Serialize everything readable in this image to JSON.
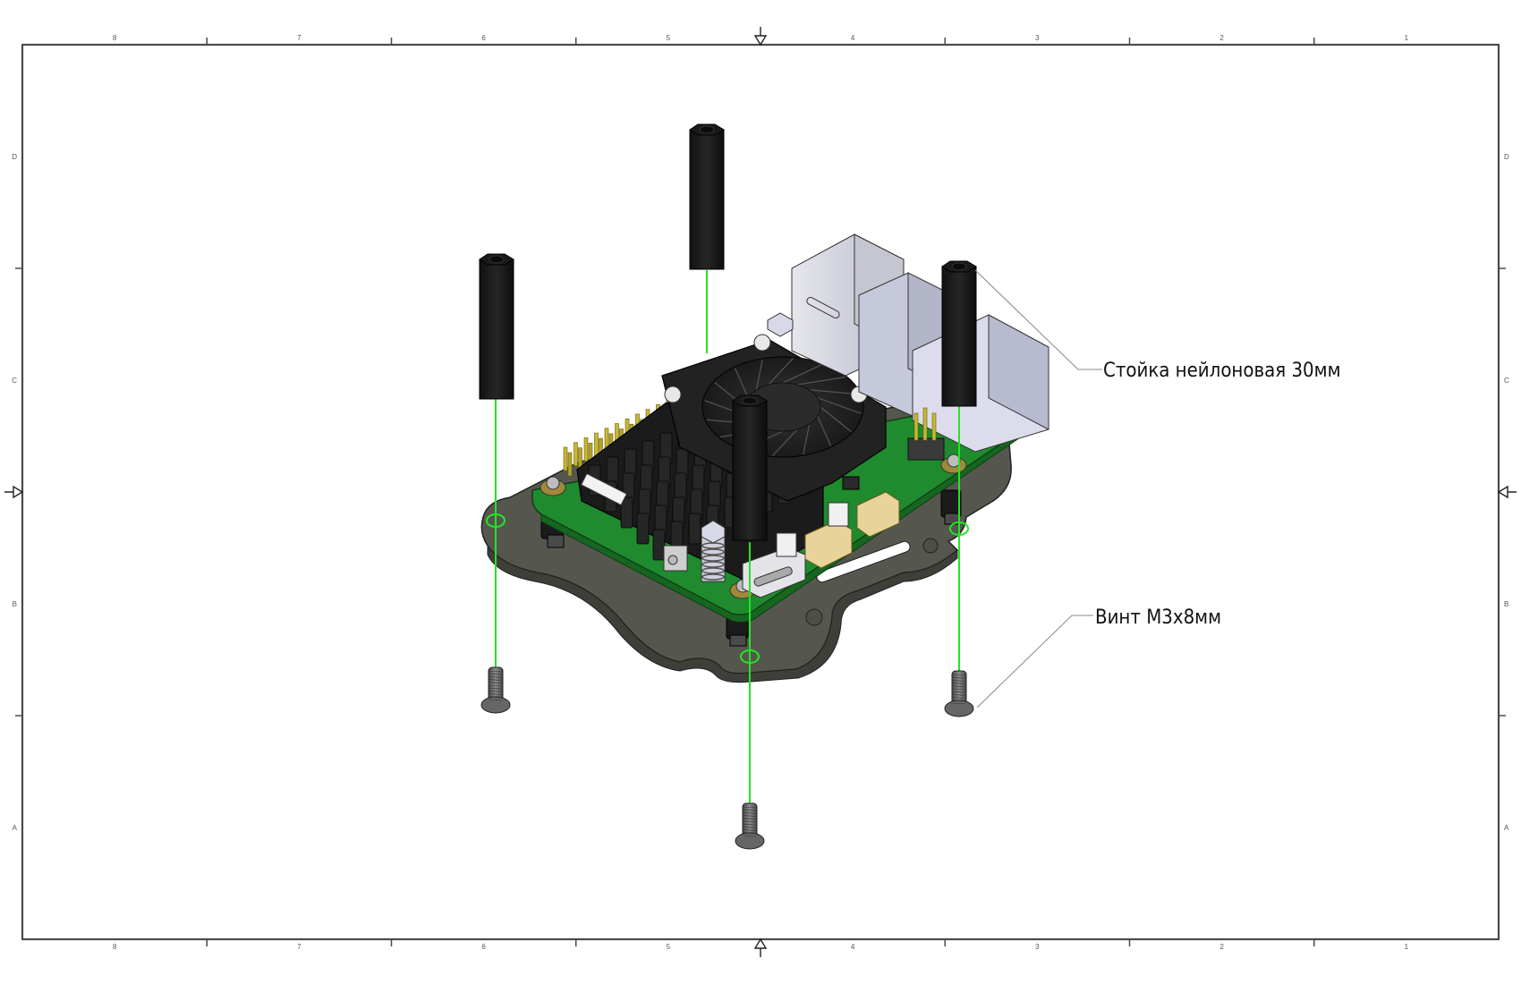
{
  "drawing": {
    "type": "exploded assembly view",
    "column_zones": [
      "8",
      "7",
      "6",
      "5",
      "4",
      "3",
      "2",
      "1"
    ],
    "row_zones": [
      "D",
      "C",
      "B",
      "A"
    ]
  },
  "callouts": {
    "standoff": "Стойка нейлоновая 30мм",
    "screw": "Винт М3х8мм"
  },
  "parts": {
    "standoffs": [
      "standoff-left",
      "standoff-rear",
      "standoff-front",
      "standoff-right"
    ],
    "screws": [
      "screw-left",
      "screw-front",
      "screw-right"
    ],
    "board": "single-board computer with fan heatsink",
    "base_plate": "dark acrylic base plate"
  },
  "colors": {
    "frame": "#4a4a4a",
    "assembly_line": "#22e622",
    "pcb": "#1f8a2e",
    "standoff": "#1c1c1c",
    "plate": "#55574f",
    "screw": "#6b6b6b",
    "connector_metal": "#cfd0dc",
    "hdmi_gold": "#e8d49a",
    "header_pin": "#c8b830"
  }
}
